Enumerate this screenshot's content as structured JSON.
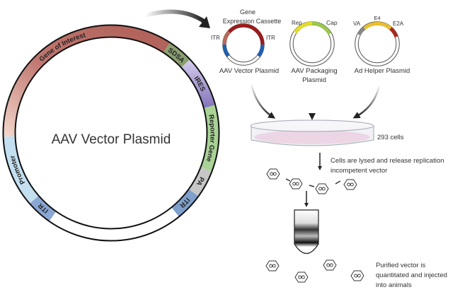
{
  "main_plasmid": {
    "title": "AAV Vector Plasmid",
    "segments": [
      {
        "label": "Gene of Interest",
        "color": "#b86a62",
        "color2": "#e8c2b4"
      },
      {
        "label": "SDSA",
        "color": "#8aa070"
      },
      {
        "label": "IRES",
        "color": "#8f80c0",
        "color2": "#c9c0e6"
      },
      {
        "label": "Reporter Gene",
        "color": "#a9d296"
      },
      {
        "label": "PA",
        "color": "#c6c6c6"
      },
      {
        "label": "ITR",
        "color": "#7f9fcc"
      },
      {
        "label": "Promoter",
        "color": "#c3dff0"
      },
      {
        "label": "ITR",
        "color": "#8aa6d2"
      }
    ]
  },
  "small_plasmids": [
    {
      "name": "AAV Vector Plasmid",
      "header_line1": "Gene",
      "header_line2": "Expression Cassette",
      "left_label": "ITR",
      "right_label": "ITR"
    },
    {
      "name_line1": "AAV Packaging",
      "name_line2": "Plasmid",
      "left_label": "Rep",
      "right_label": "Cap"
    },
    {
      "name": "Ad Helper Plasmid",
      "left_label": "VA",
      "top_label": "E4",
      "right_label": "E2A"
    }
  ],
  "dish": {
    "label": "293 cells",
    "color": "#ecd6e6"
  },
  "steps": {
    "lysis_line1": "Cells are lysed and release replication",
    "lysis_line2": "incompetent vector",
    "purified_line1": "Purified vector is",
    "purified_line2": "quantitated and injected",
    "purified_line3": "into animals"
  }
}
